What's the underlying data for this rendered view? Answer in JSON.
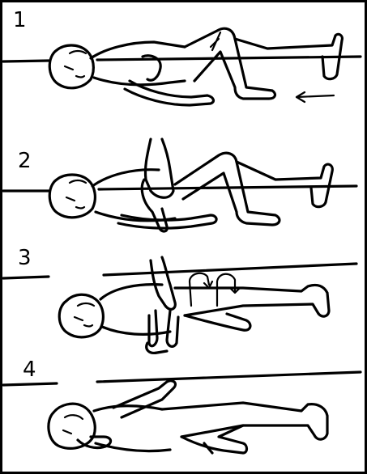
{
  "steps": [
    {
      "number": "1",
      "pose": "lying-supine-knees-bent"
    },
    {
      "number": "2",
      "pose": "lying-supine-hand-placement"
    },
    {
      "number": "3",
      "pose": "arm-raised-knee-turn"
    },
    {
      "number": "4",
      "pose": "recovery-position"
    }
  ],
  "colors": {
    "ink": "#000000",
    "paper": "#ffffff"
  }
}
